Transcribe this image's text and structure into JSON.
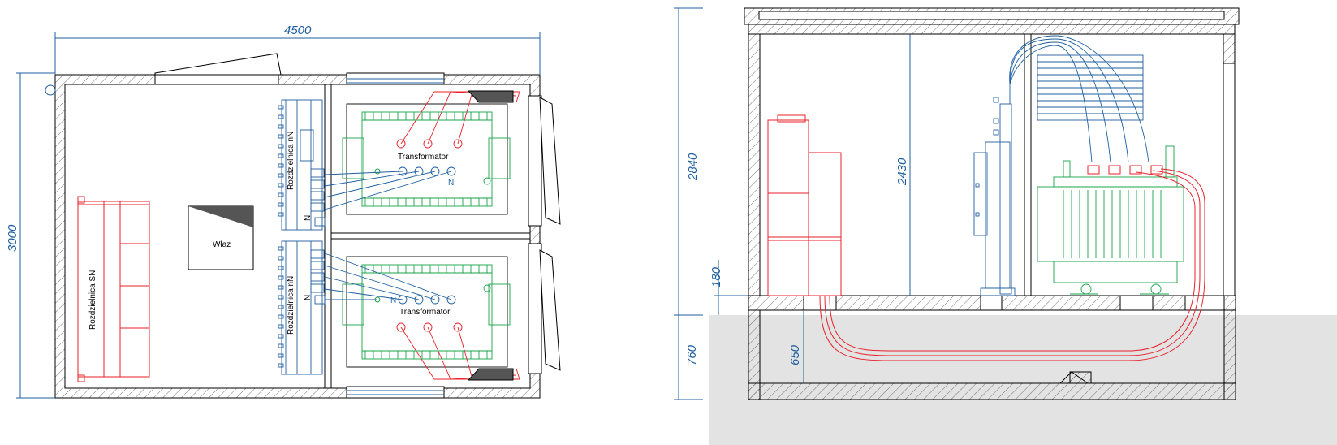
{
  "plan": {
    "dim_width": "4500",
    "dim_height": "3000",
    "hatch_label": "Właz",
    "mv_switchgear": "Rozdzielnica SN",
    "lv_switchgear_top": "Rozdzielnica nN",
    "lv_switchgear_bottom": "Rozdzielnica nN",
    "transformer_top": "Transformator",
    "transformer_bottom": "Transformator",
    "n_top": "N",
    "n_bottom": "N",
    "n_mark_top": "N",
    "n_mark_bottom": "N"
  },
  "section": {
    "dim_total": "2840",
    "dim_inner": "2430",
    "dim_plinth": "180",
    "dim_basement": "760",
    "dim_pit": "650"
  },
  "colors": {
    "structure": "#000000",
    "dimension": "#1f5fa0",
    "mv_equipment": "#e8202a",
    "lv_equipment": "#1f5fa0",
    "transformer": "#17a34a",
    "ground": "#e3e3e3"
  }
}
